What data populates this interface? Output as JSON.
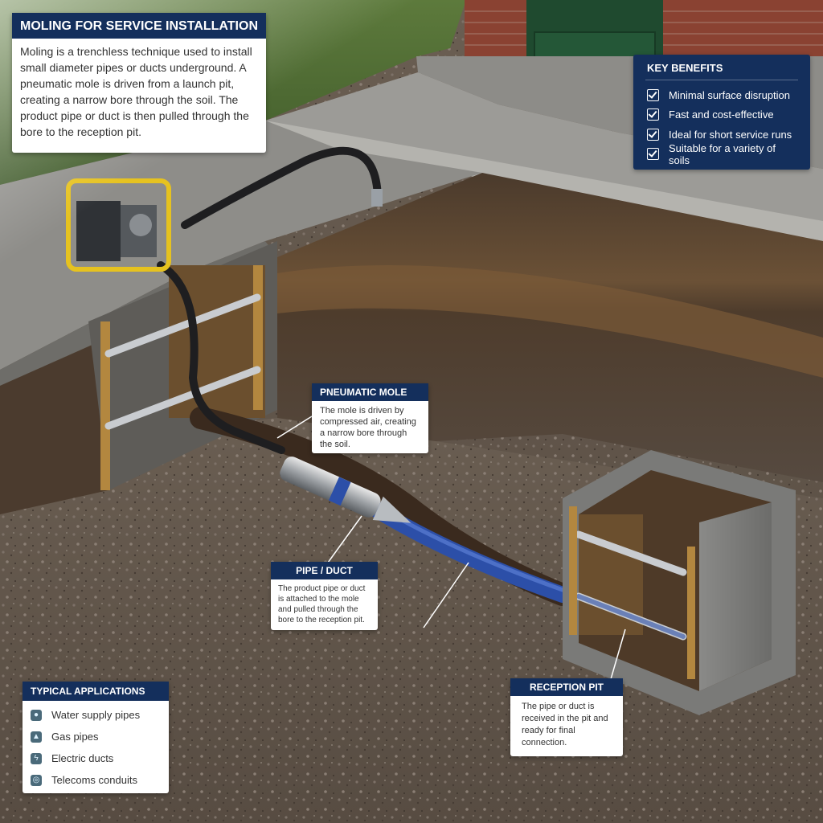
{
  "title": "MOLING FOR SERVICE INSTALLATION",
  "intro": "Moling is a trenchless technique used to install small diameter pipes or ducts underground. A pneumatic mole is driven from a launch pit, creating a narrow bore through the soil. The product pipe or duct is then pulled through the bore to the reception pit.",
  "key_benefits": {
    "title": "KEY BENEFITS",
    "items": [
      "Minimal surface disruption",
      "Fast and cost-effective",
      "Ideal for short service runs",
      "Suitable for a variety of soils"
    ]
  },
  "pneumatic_mole": {
    "title": "PNEUMATIC MOLE",
    "text": "The mole is driven by compressed air, creating a narrow bore through the soil."
  },
  "pipe_duct": {
    "title": "PIPE / DUCT",
    "text": "The product pipe or duct is attached to the mole and pulled through the bore to the reception pit."
  },
  "reception_pit": {
    "title": "RECEPTION PIT",
    "text": "The pipe or duct is received in the pit and ready for final connection."
  },
  "typical_applications": {
    "title": "TYPICAL APPLICATIONS",
    "items": [
      {
        "label": "Water supply pipes",
        "icon": "water-drop-icon"
      },
      {
        "label": "Gas pipes",
        "icon": "flame-icon"
      },
      {
        "label": "Electric ducts",
        "icon": "lightning-icon"
      },
      {
        "label": "Telecoms conduits",
        "icon": "signal-icon"
      }
    ]
  },
  "colors": {
    "navy": "#142f5c",
    "pipe_blue": "#2c4fa8",
    "frame_yellow": "#e6c21f"
  }
}
